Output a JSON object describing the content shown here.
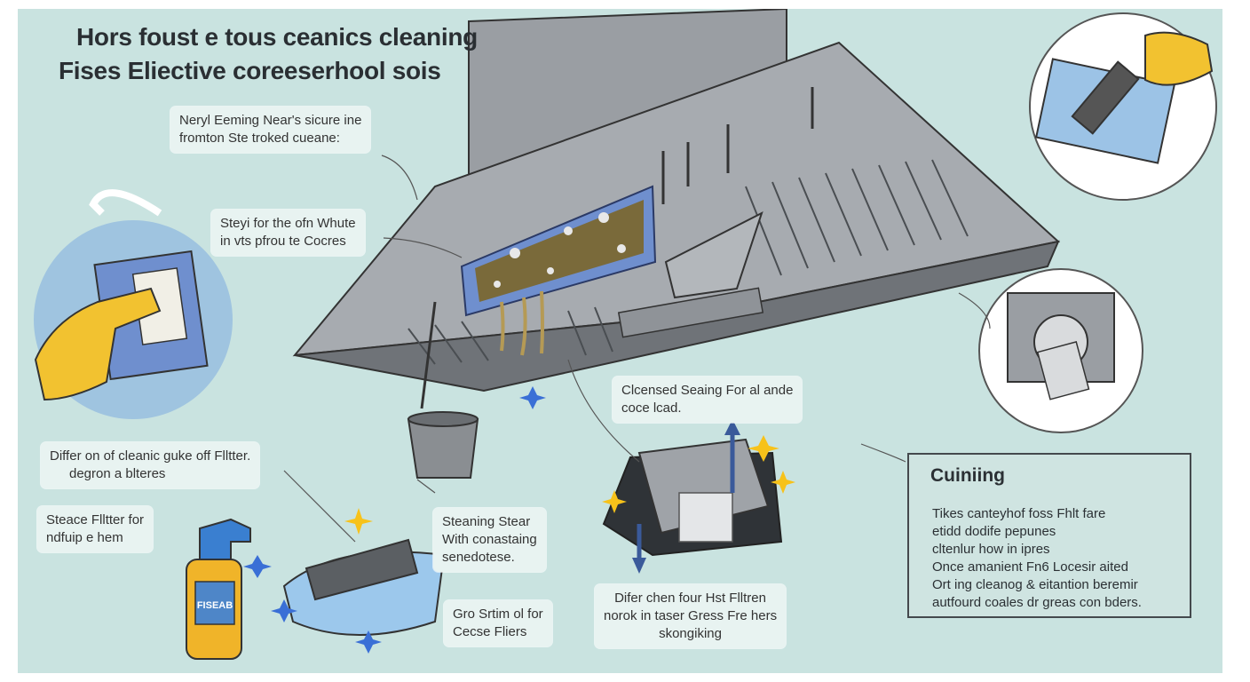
{
  "titles": {
    "line1": "Hors foust e tous ceanics cleaning",
    "line2": "Fises Eliective coreeserhool sois"
  },
  "notes": {
    "top": [
      "Neryl Eeming Near's sicure ine",
      "fromton Ste troked cueane:"
    ],
    "mid": [
      "Steyi for the ofn Whute",
      "in vts pfrou te Cocres"
    ],
    "left1": [
      "Differ on of cleanic guke off Flltter.",
      "degron a blteres"
    ],
    "left2": [
      "Steace Flltter for",
      "ndfuip e hem"
    ],
    "center1": [
      "Steaning Stear",
      "With conastaing",
      "senedotese."
    ],
    "center2": [
      "Gro Srtim ol for",
      "Cecse Fliers"
    ],
    "right1": [
      "Clcensed Seaing For al ande",
      "coce lcad."
    ],
    "bottom": [
      "Difer chen four Hst Flltren",
      "norok in taser Gress Fre hers",
      "skongiking"
    ]
  },
  "infobox": {
    "title": "Cuiniing",
    "lines": [
      "Tikes canteyhof foss Fhlt fare",
      "etidd dodife pepunes",
      "cltenlur how in ipres",
      "Once amanient Fn6 Locesir aited",
      "Ort ing cleanog & eitantion beremir",
      "autfourd coales dr greas con bders."
    ]
  },
  "bottle_label": "FISEAB",
  "colors": {
    "background": "#c9e3e0",
    "hood": "#8b9096",
    "grease": "#7a6a3a",
    "glove": "#f2c230",
    "filter_blue": "#6f8fce",
    "spray_body": "#f0b429",
    "spray_head": "#3a7fd0"
  }
}
